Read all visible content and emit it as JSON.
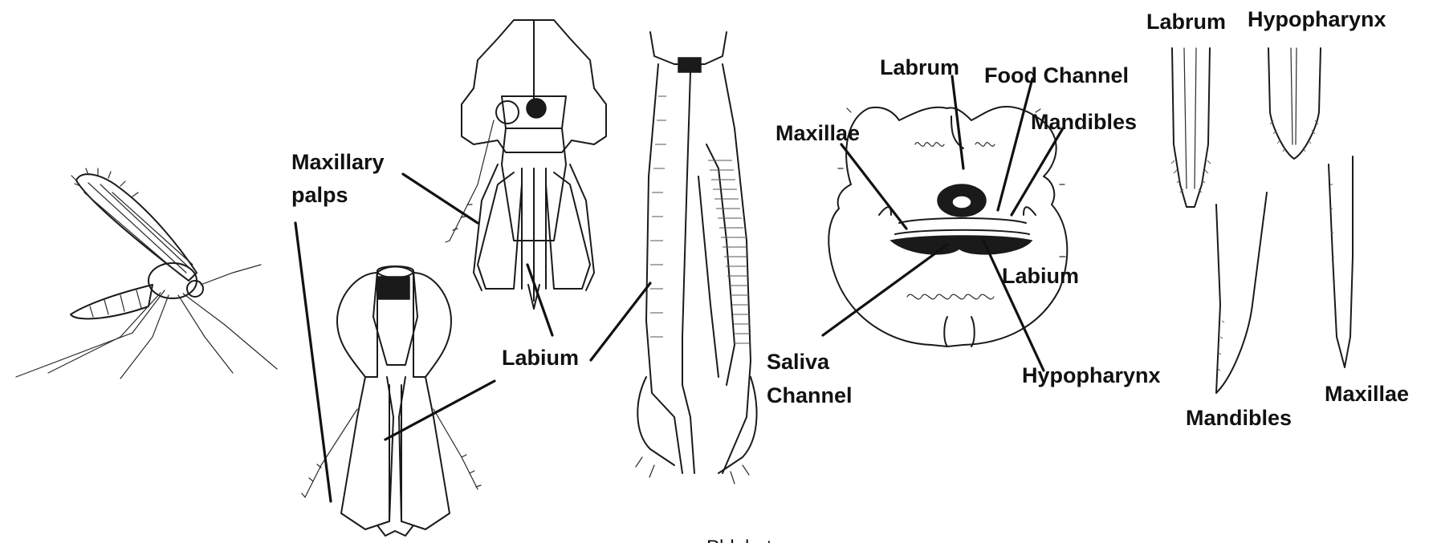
{
  "labels": {
    "maxillary_palps_line1": "Maxillary",
    "maxillary_palps_line2": "palps",
    "labium_center": "Labium",
    "labrum_cross": "Labrum",
    "food_channel": "Food Channel",
    "maxillae_cross": "Maxillae",
    "mandibles_cross": "Mandibles",
    "labium_cross": "Labium",
    "saliva_channel_line1": "Saliva",
    "saliva_channel_line2": "Channel",
    "hypopharynx_cross": "Hypopharynx",
    "labrum_stylet": "Labrum",
    "hypopharynx_stylet": "Hypopharynx",
    "mandibles_stylet": "Mandibles",
    "maxillae_stylet": "Maxillae",
    "bottom_caption": "Phlebotomus"
  },
  "icons": [
    "sand-fly-illustration",
    "head-frontal-illustration",
    "head-ventral-illustration",
    "proboscis-illustration",
    "proboscis-cross-section-illustration",
    "stylet-illustration"
  ]
}
